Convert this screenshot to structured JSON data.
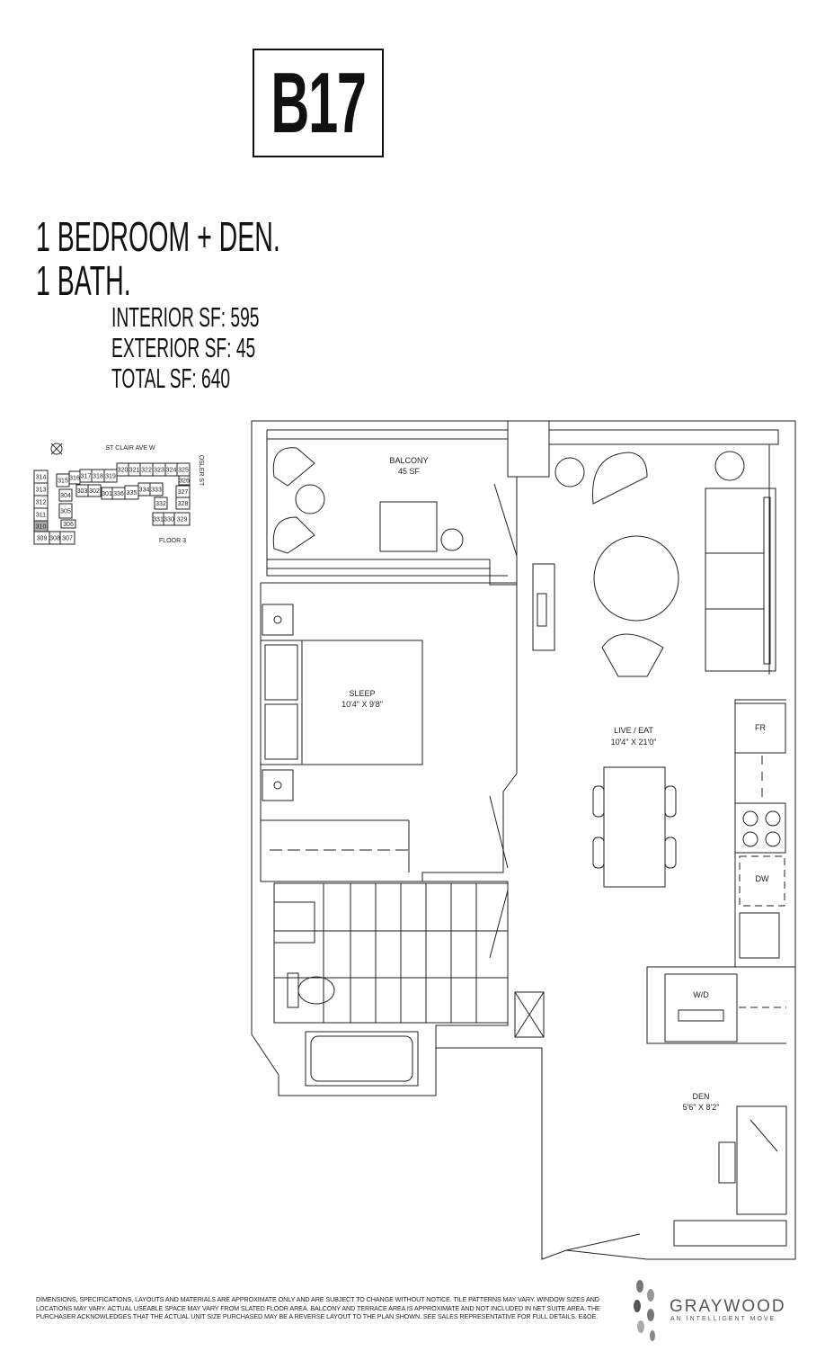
{
  "unit_code": "B17",
  "summary": {
    "type_line": "1 BEDROOM + DEN.",
    "bath_line": "1 BATH.",
    "interior": "INTERIOR SF: 595",
    "exterior": "EXTERIOR SF: 45",
    "total": "TOTAL SF: 640"
  },
  "key_plan": {
    "street_top": "ST CLAIR AVE W",
    "street_right": "OSLER ST",
    "floor": "FLOOR 3",
    "highlighted_unit": "310",
    "highlight_color": "#aaaaaa",
    "units": [
      "314",
      "315",
      "316",
      "317",
      "318",
      "319",
      "320",
      "321",
      "322",
      "323",
      "324",
      "325",
      "326",
      "313",
      "304",
      "303",
      "302",
      "301",
      "336",
      "335",
      "334",
      "333",
      "327",
      "312",
      "332",
      "328",
      "311",
      "305",
      "331",
      "330",
      "329",
      "310",
      "306",
      "309",
      "308",
      "307"
    ]
  },
  "rooms": {
    "balcony": {
      "name": "BALCONY",
      "size": "45 SF"
    },
    "sleep": {
      "name": "SLEEP",
      "size": "10'4\" X 9'8\""
    },
    "live_eat": {
      "name": "LIVE / EAT",
      "size": "10'4\" X 21'0\""
    },
    "den": {
      "name": "DEN",
      "size": "5'6\" X 8'2\""
    },
    "fridge": "FR",
    "dishwasher": "DW",
    "washer_dryer": "W/D"
  },
  "disclaimer": "DIMENSIONS, SPECIFICATIONS, LAYOUTS AND MATERIALS ARE APPROXIMATE ONLY AND ARE SUBJECT TO CHANGE WITHOUT NOTICE. TILE PATTERNS MAY VARY. WINDOW SIZES AND LOCATIONS MAY VARY. ACTUAL USEABLE SPACE MAY VARY FROM SLATED FLOOR AREA. BALCONY AND TERRACE AREA IS APPROXIMATE AND NOT INCLUDED IN NET SUITE AREA. THE PURCHASER ACKNOWLEDGES THAT THE ACTUAL UNIT SIZE PURCHASED MAY BE A REVERSE LAYOUT TO THE PLAN SHOWN. SEE SALES REPRESENTATIVE FOR FULL DETAILS. E&OE.",
  "brand": {
    "name": "GRAYWOOD",
    "tagline": "AN INTELLIGENT MOVE"
  }
}
